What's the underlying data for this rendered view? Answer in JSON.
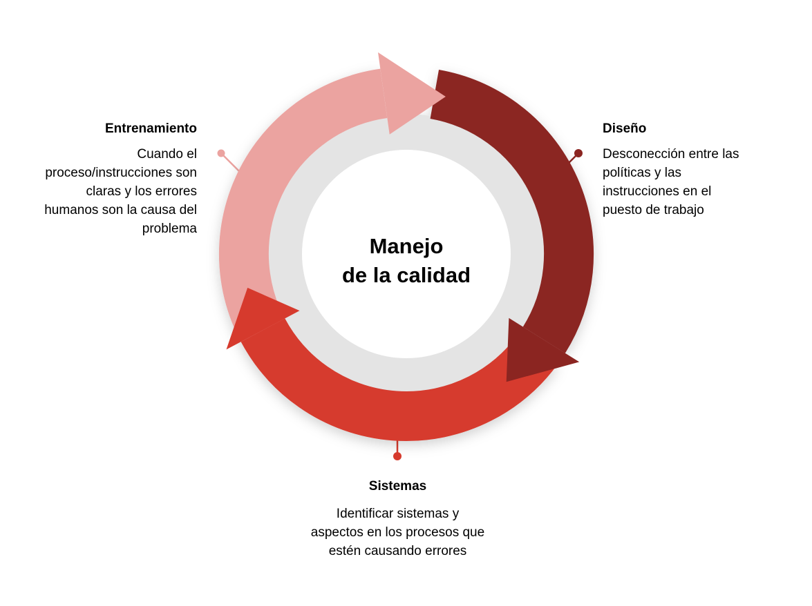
{
  "diagram": {
    "center_title": {
      "line1": "Manejo",
      "line2": "de la calidad"
    },
    "nodes": [
      {
        "label": "Entrenamiento",
        "description": "Cuando el proceso/instrucciones son claras y los errores humanos son la causa del problema",
        "color": "#EBA3A0"
      },
      {
        "label": "Diseño",
        "description": "Desconección entre las políticas y las instrucciones en el puesto de trabajo",
        "color": "#8B2521"
      },
      {
        "label": "Sistemas",
        "description": "Identificar sistemas y aspectos en los procesos que estén causando errores",
        "color": "#D63A2D"
      }
    ]
  },
  "colors": {
    "pink": "#EBA3A0",
    "dark_red": "#8B2521",
    "red": "#D63A2D",
    "ring_gray": "#E4E4E4",
    "background": "#FFFFFF",
    "text": "#000000"
  }
}
